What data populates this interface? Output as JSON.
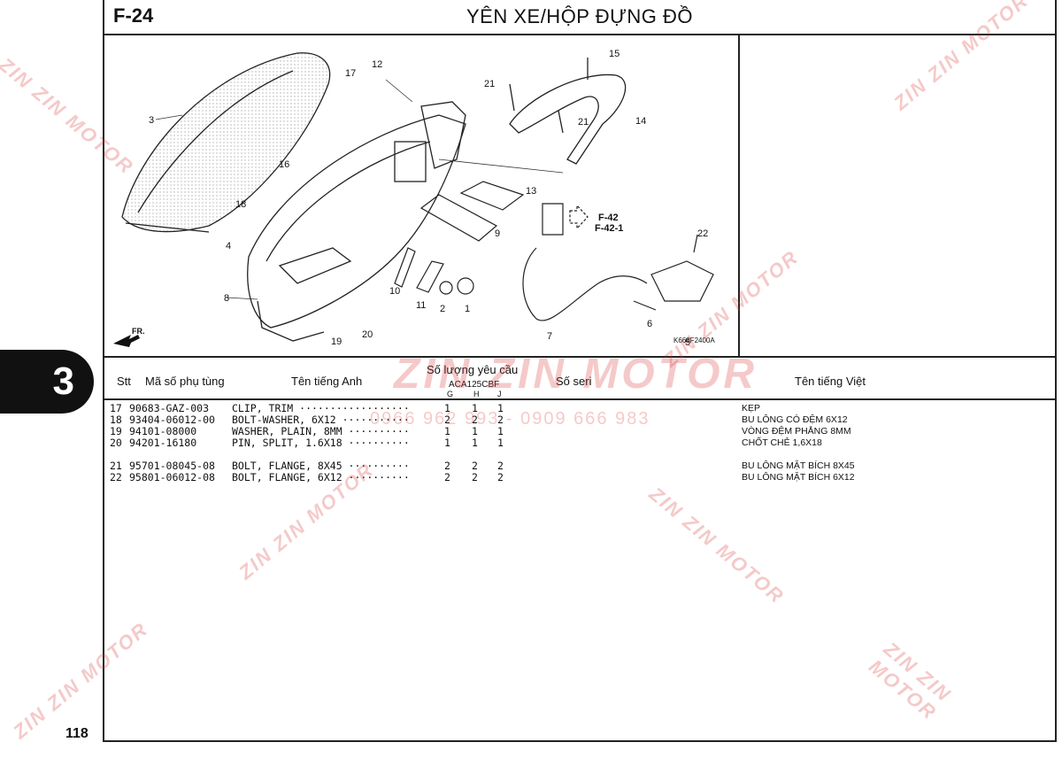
{
  "header": {
    "code": "F-24",
    "title": "YÊN XE/HỘP ĐỰNG ĐỒ"
  },
  "diagram": {
    "callouts": [
      "1",
      "2",
      "3",
      "4",
      "5",
      "6",
      "7",
      "8",
      "9",
      "10",
      "11",
      "12",
      "13",
      "14",
      "15",
      "16",
      "17",
      "18",
      "19",
      "20",
      "21",
      "21",
      "22"
    ],
    "ref_a": "F-42",
    "ref_b": "F-42-1",
    "direction": "FR.",
    "drawing_code": "K668F2400A"
  },
  "table_header": {
    "stt": "Stt",
    "part_no": "Mã số phụ tùng",
    "en_name": "Tên tiếng Anh",
    "qty": "Số lượng yêu cầu",
    "model": "ACA125CBF",
    "col_g": "G",
    "col_h": "H",
    "col_j": "J",
    "serial": "Số seri",
    "vn_name": "Tên tiếng Việt"
  },
  "parts": [
    {
      "stt": "17",
      "no": "90683-GAZ-003",
      "en": "CLIP, TRIM ··················",
      "g": "1",
      "h": "1",
      "j": "1",
      "vn": "KẸP"
    },
    {
      "stt": "18",
      "no": "93404-06012-00",
      "en": "BOLT-WASHER, 6X12 ···········",
      "g": "2",
      "h": "2",
      "j": "2",
      "vn": "BU LÔNG CÓ ĐỆM 6X12"
    },
    {
      "stt": "19",
      "no": "94101-08000",
      "en": "WASHER, PLAIN, 8MM ··········",
      "g": "1",
      "h": "1",
      "j": "1",
      "vn": "VÒNG ĐỆM PHẲNG 8MM"
    },
    {
      "stt": "20",
      "no": "94201-16180",
      "en": "PIN, SPLIT, 1.6X18 ··········",
      "g": "1",
      "h": "1",
      "j": "1",
      "vn": "CHỐT CHẺ 1,6X18"
    },
    {
      "stt": "21",
      "no": "95701-08045-08",
      "en": "BOLT, FLANGE, 8X45 ··········",
      "g": "2",
      "h": "2",
      "j": "2",
      "vn": "BU LÔNG MẶT BÍCH 8X45"
    },
    {
      "stt": "22",
      "no": "95801-06012-08",
      "en": "BOLT, FLANGE, 6X12 ··········",
      "g": "2",
      "h": "2",
      "j": "2",
      "vn": "BU LÔNG MẶT BÍCH 6X12"
    }
  ],
  "side_tab": "3",
  "page_number": "118",
  "watermark": {
    "brand": "ZIN ZIN MOTOR",
    "phone": "0966 962 993 - 0909 666 983"
  },
  "colors": {
    "watermark": "#dc3c3c",
    "ink": "#111111"
  }
}
